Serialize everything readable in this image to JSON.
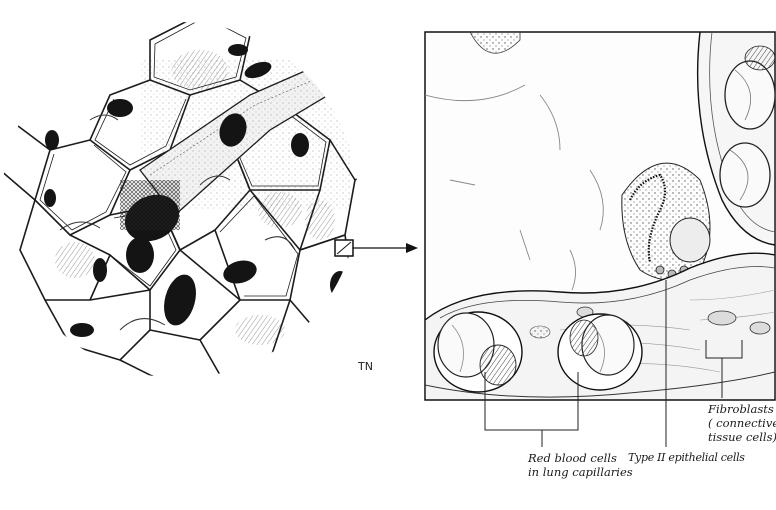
{
  "labels": {
    "red_blood_cells_line1": "Red blood cells",
    "red_blood_cells_line2": "in lung capillaries",
    "type2_cells": "Type II epithelial cells",
    "fibroblasts_line1": "Fibroblasts",
    "fibroblasts_line2": "( connective",
    "fibroblasts_line3": "tissue cells)",
    "artist_initials": "TN"
  },
  "caption": {
    "line1": "",
    "line2": "",
    "line3": "",
    "line4": ""
  }
}
